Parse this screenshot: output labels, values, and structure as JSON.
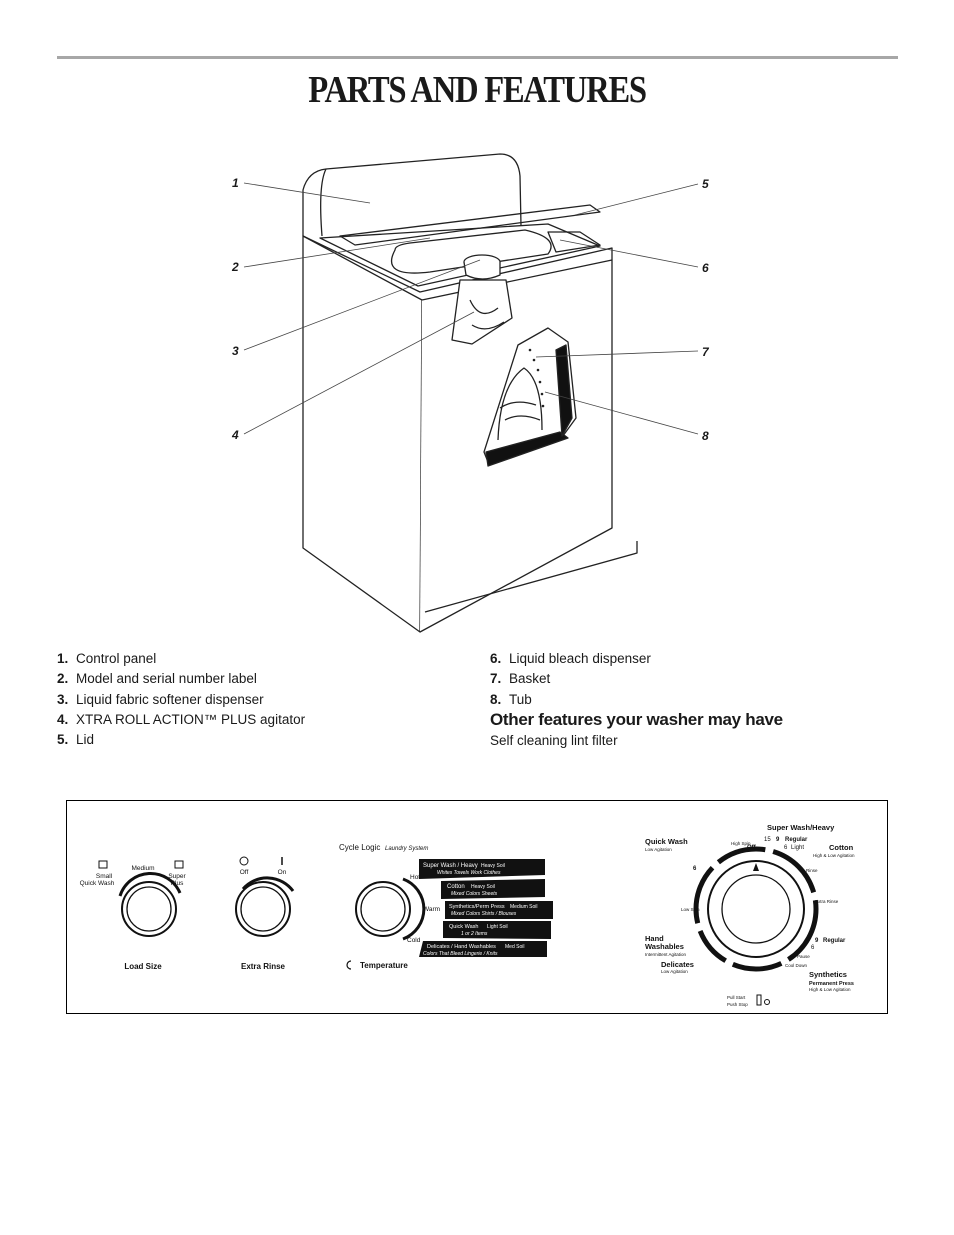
{
  "page": {
    "title": "PARTS AND FEATURES"
  },
  "diagram": {
    "callouts": [
      "1",
      "2",
      "3",
      "4",
      "5",
      "6",
      "7",
      "8"
    ]
  },
  "parts": {
    "left": [
      {
        "num": "1.",
        "label": "Control panel"
      },
      {
        "num": "2.",
        "label": "Model and serial number label"
      },
      {
        "num": "3.",
        "label": "Liquid fabric softener dispenser"
      },
      {
        "num": "4.",
        "label": "XTRA ROLL ACTION™ PLUS agitator"
      },
      {
        "num": "5.",
        "label": "Lid"
      }
    ],
    "right": [
      {
        "num": "6.",
        "label": "Liquid bleach dispenser"
      },
      {
        "num": "7.",
        "label": "Basket"
      },
      {
        "num": "8.",
        "label": "Tub"
      }
    ]
  },
  "other_features": {
    "heading": "Other features your washer may have",
    "text": "Self cleaning lint filter"
  },
  "panel": {
    "load_size": {
      "label": "Load Size",
      "small": "Small",
      "quick_wash": "Quick Wash",
      "medium": "Medium",
      "super": "Super",
      "plus": "Plus"
    },
    "extra_rinse": {
      "label": "Extra Rinse",
      "off": "Off",
      "on": "On"
    },
    "temperature": {
      "brand": "Cycle Logic",
      "system": "Laundry System",
      "label": "Temperature",
      "hot": "Hot",
      "warm": "Warm",
      "cold": "Cold",
      "rows": [
        {
          "title": "Super Wash / Heavy",
          "soil": "Heavy Soil",
          "items": "Whites  Towels  Work Clothes"
        },
        {
          "title": "Cotton",
          "soil": "Heavy Soil",
          "items": "Mixed Colors  Sheets"
        },
        {
          "title": "Synthetics/Perm Press",
          "soil": "Medium Soil",
          "items": "Mixed Colors  Shirts / Blouses"
        },
        {
          "title": "Quick Wash",
          "soil": "Light Soil",
          "items": "1 or 2 Items"
        },
        {
          "title": "Delicates / Hand Washables",
          "soil": "Med Soil",
          "items": "Colors That Bleed  Lingerie / Knits"
        }
      ]
    },
    "cycle_dial": {
      "super_wash": "Super Wash/Heavy",
      "n15": "15",
      "n9a": "9",
      "regular_a": "Regular",
      "n6a": "6",
      "light": "Light",
      "cotton": "Cotton",
      "cotton_sub": "High & Low Agitation",
      "quick_wash": "Quick Wash",
      "quick_sub": "Low Agitation",
      "high_spin": "High Spin",
      "rinse": "Rinse",
      "off": "Off",
      "extra_rinse": "Extra Rinse",
      "low_spin": "Low Spin",
      "n9b": "9",
      "regular_b": "Regular",
      "n6b": "6",
      "pause": "Pause",
      "cool_down": "Cool Down",
      "hand": "Hand",
      "washables": "Washables",
      "hand_sub": "Intermittent Agitation",
      "delicates": "Delicates",
      "delicates_sub": "Low Agitation",
      "synthetics": "Synthetics",
      "perm_press": "Permanent Press",
      "synth_sub": "High & Low Agitation",
      "pull_start": "Pull Start",
      "push_stop": "Push Stop",
      "n6": "6"
    }
  }
}
